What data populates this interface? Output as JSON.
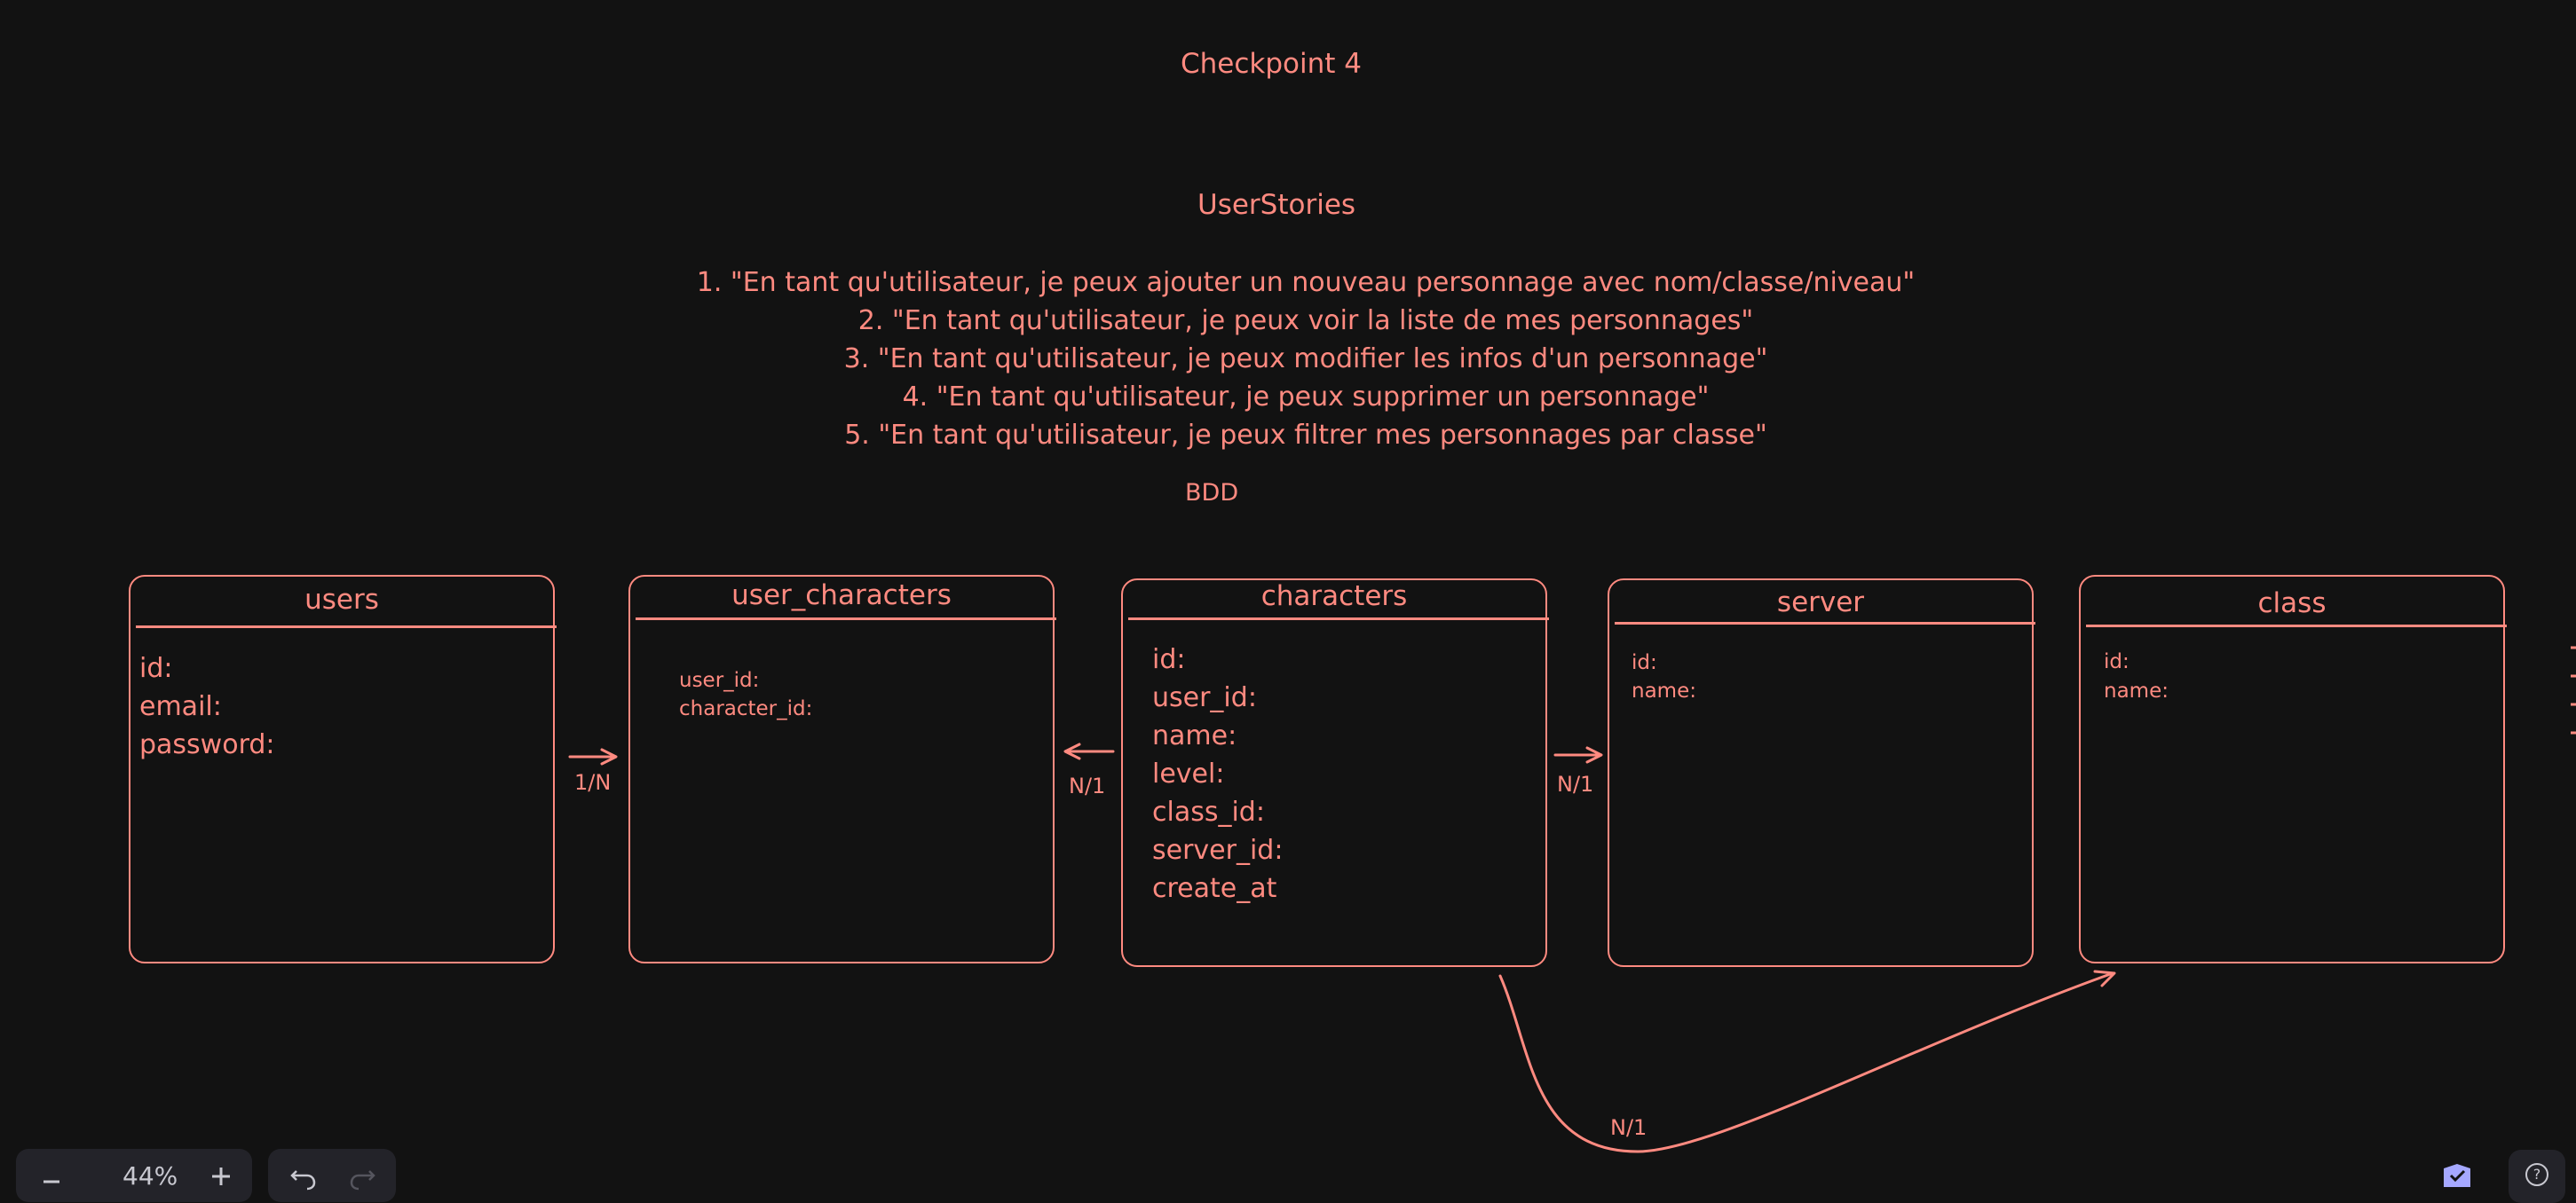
{
  "title": "Checkpoint 4",
  "subtitle": "UserStories",
  "stories": [
    "1. \"En tant qu'utilisateur, je peux ajouter un nouveau personnage avec nom/classe/niveau\"",
    "2. \"En tant qu'utilisateur, je peux voir la liste de mes personnages\"",
    "3. \"En tant qu'utilisateur, je peux modifier les infos d'un personnage\"",
    "4. \"En tant qu'utilisateur, je peux supprimer un personnage\"",
    "5. \"En tant qu'utilisateur, je peux filtrer mes personnages par classe\""
  ],
  "section": "BDD",
  "tables": {
    "users": {
      "name": "users",
      "fields": [
        "id:",
        "email:",
        "password:"
      ]
    },
    "user_characters": {
      "name": "user_characters",
      "fields": [
        "user_id:",
        "character_id:"
      ]
    },
    "characters": {
      "name": "characters",
      "fields": [
        "id:",
        "user_id:",
        "name:",
        "level:",
        "class_id:",
        "server_id:",
        "create_at"
      ]
    },
    "server": {
      "name": "server",
      "fields": [
        "id:",
        "name:"
      ]
    },
    "class": {
      "name": "class",
      "fields": [
        "id:",
        "name:"
      ]
    }
  },
  "relations": {
    "users_user_characters": "1/N",
    "characters_user_characters": "N/1",
    "characters_server": "N/1",
    "characters_class": "N/1"
  },
  "toolbar": {
    "zoom": "44%",
    "zoom_out_icon": "minus-icon",
    "zoom_in_icon": "plus-icon",
    "undo_icon": "undo-icon",
    "redo_icon": "redo-icon",
    "help_icon": "help-icon"
  },
  "colors": {
    "background": "#121212",
    "stroke": "#ff8a80",
    "toolbar": "#232329",
    "accent": "#a5a8ff"
  }
}
